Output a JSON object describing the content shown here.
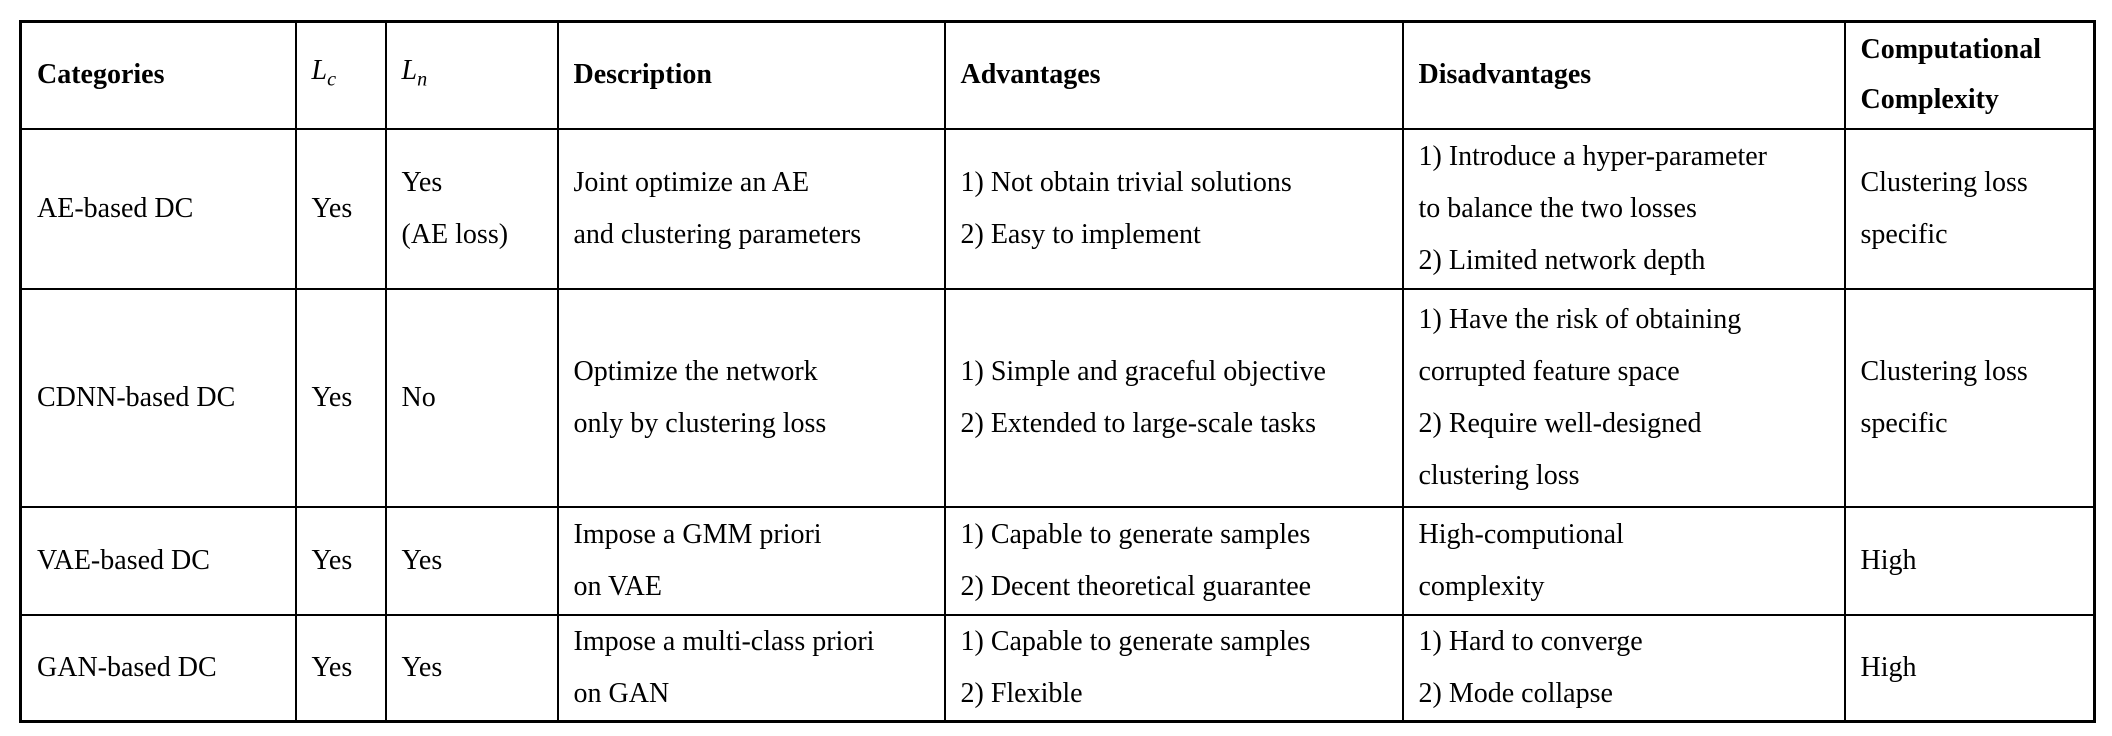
{
  "table": {
    "title_semantic": "Comparison of deep clustering categories",
    "header": {
      "categories": "Categories",
      "lc_base": "L",
      "lc_sub": "c",
      "ln_base": "L",
      "ln_sub": "n",
      "description": "Description",
      "advantages": "Advantages",
      "disadvantages": "Disadvantages",
      "complexity": [
        "Computational",
        "Complexity"
      ]
    },
    "rows": [
      {
        "category": "AE-based DC",
        "lc": "Yes",
        "ln": [
          "Yes",
          "(AE loss)"
        ],
        "description": [
          "Joint optimize an AE",
          "and clustering parameters"
        ],
        "advantages": [
          "1) Not obtain trivial solutions",
          "2) Easy to implement"
        ],
        "disadvantages": [
          "1) Introduce a hyper-parameter",
          "to balance the two losses",
          "2) Limited network depth"
        ],
        "complexity": [
          "Clustering loss",
          "specific"
        ]
      },
      {
        "category": "CDNN-based DC",
        "lc": "Yes",
        "ln": [
          "No"
        ],
        "description": [
          "Optimize the network",
          "only by clustering loss"
        ],
        "advantages": [
          "1) Simple and graceful objective",
          "2) Extended to large-scale tasks"
        ],
        "disadvantages": [
          "1) Have the risk of obtaining",
          "corrupted feature space",
          "2) Require well-designed",
          "clustering loss"
        ],
        "complexity": [
          "Clustering loss",
          "specific"
        ]
      },
      {
        "category": "VAE-based DC",
        "lc": "Yes",
        "ln": [
          "Yes"
        ],
        "description": [
          "Impose a GMM priori",
          "on VAE"
        ],
        "advantages": [
          "1) Capable to generate samples",
          "2) Decent theoretical guarantee"
        ],
        "disadvantages": [
          "High-computional",
          "complexity"
        ],
        "complexity": [
          "High"
        ]
      },
      {
        "category": "GAN-based DC",
        "lc": "Yes",
        "ln": [
          "Yes"
        ],
        "description": [
          "Impose a multi-class priori",
          "on GAN"
        ],
        "advantages": [
          "1) Capable to generate samples",
          "2) Flexible"
        ],
        "disadvantages": [
          "1) Hard to converge",
          "2) Mode collapse"
        ],
        "complexity": [
          "High"
        ]
      }
    ],
    "colors": {
      "text": "#000000",
      "border": "#000000",
      "background": "#ffffff"
    }
  }
}
